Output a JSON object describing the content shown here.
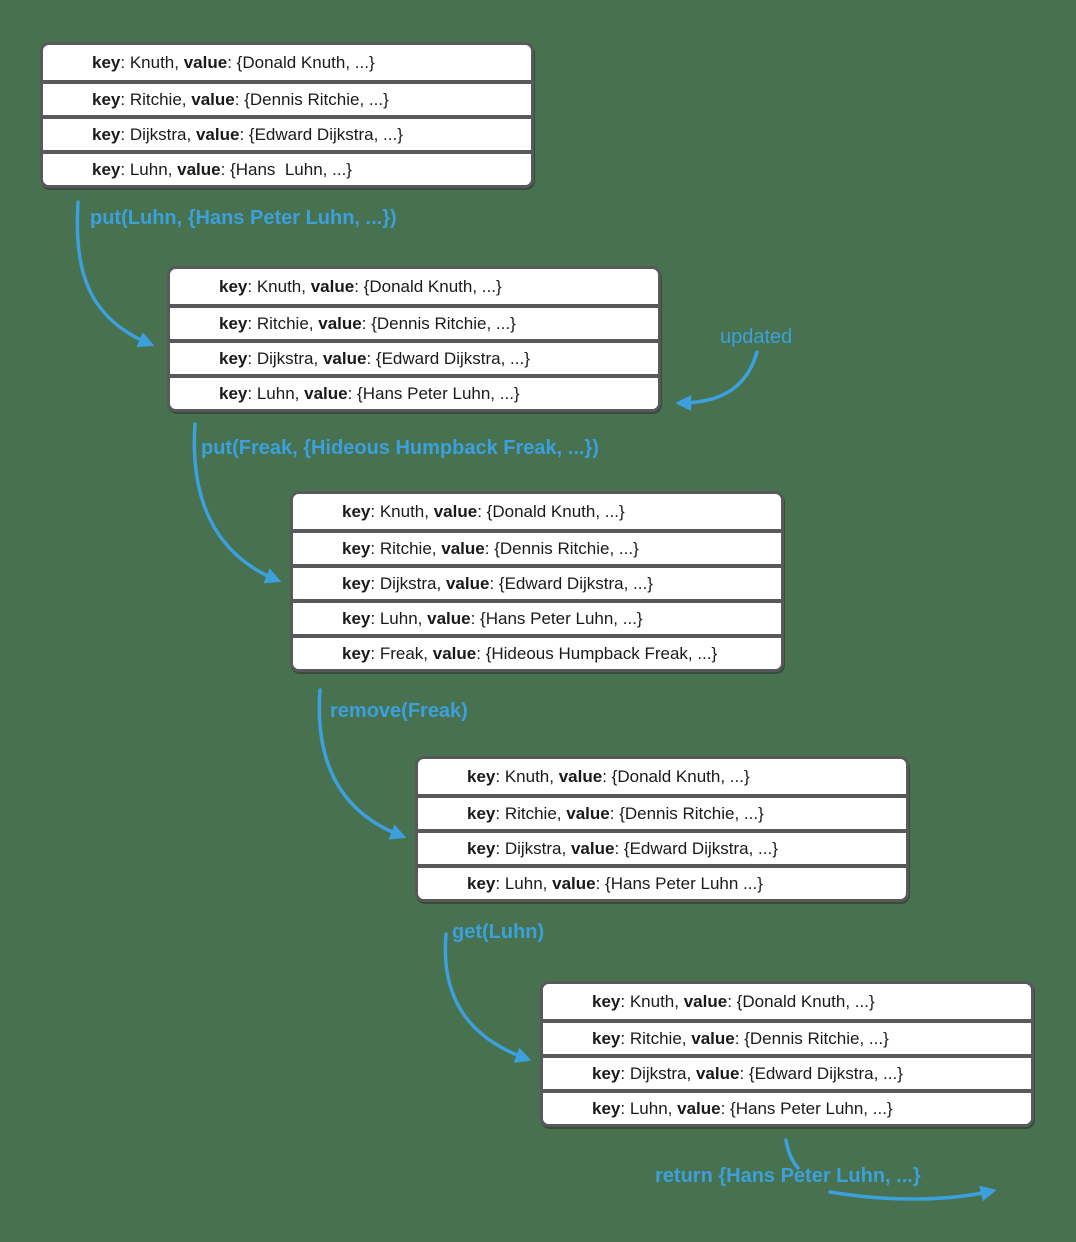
{
  "colors": {
    "background": "#48714F",
    "accent_blue": "#3BA0DC",
    "table_border": "#58595B",
    "row_background": "#FFFFFF",
    "row_text": "#1A1A1A"
  },
  "strings": {
    "key_label": "key",
    "value_label": "value",
    "colon": ": ",
    "comma": ", "
  },
  "operations": {
    "put_luhn": "put(Luhn, {Hans Peter Luhn, ...})",
    "updated": "updated",
    "put_freak": "put(Freak, {Hideous Humpback Freak, ...})",
    "remove_freak": "remove(Freak)",
    "get_luhn": "get(Luhn)",
    "return_value": "return {Hans Peter Luhn, ...}"
  },
  "tables": [
    {
      "name": "state-initial",
      "rows": [
        {
          "key": "Knuth",
          "value": "{Donald Knuth, ...}"
        },
        {
          "key": "Ritchie",
          "value": "{Dennis Ritchie, ...}"
        },
        {
          "key": "Dijkstra",
          "value": "{Edward Dijkstra, ...}"
        },
        {
          "key": "Luhn",
          "value": "{Hans  Luhn, ...}"
        }
      ]
    },
    {
      "name": "state-after-put-luhn",
      "rows": [
        {
          "key": "Knuth",
          "value": "{Donald Knuth, ...}"
        },
        {
          "key": "Ritchie",
          "value": "{Dennis Ritchie, ...}"
        },
        {
          "key": "Dijkstra",
          "value": "{Edward Dijkstra, ...}"
        },
        {
          "key": "Luhn",
          "value": "{Hans Peter Luhn, ...}"
        }
      ]
    },
    {
      "name": "state-after-put-freak",
      "rows": [
        {
          "key": "Knuth",
          "value": "{Donald Knuth, ...}"
        },
        {
          "key": "Ritchie",
          "value": "{Dennis Ritchie, ...}"
        },
        {
          "key": "Dijkstra",
          "value": "{Edward Dijkstra, ...}"
        },
        {
          "key": "Luhn",
          "value": "{Hans Peter Luhn, ...}"
        },
        {
          "key": "Freak",
          "value": "{Hideous Humpback Freak, ...}"
        }
      ]
    },
    {
      "name": "state-after-remove-freak",
      "rows": [
        {
          "key": "Knuth",
          "value": "{Donald Knuth, ...}"
        },
        {
          "key": "Ritchie",
          "value": "{Dennis Ritchie, ...}"
        },
        {
          "key": "Dijkstra",
          "value": "{Edward Dijkstra, ...}"
        },
        {
          "key": "Luhn",
          "value": "{Hans Peter Luhn ...}"
        }
      ]
    },
    {
      "name": "state-after-get-luhn",
      "rows": [
        {
          "key": "Knuth",
          "value": "{Donald Knuth, ...}"
        },
        {
          "key": "Ritchie",
          "value": "{Dennis Ritchie, ...}"
        },
        {
          "key": "Dijkstra",
          "value": "{Edward Dijkstra, ...}"
        },
        {
          "key": "Luhn",
          "value": "{Hans Peter Luhn, ...}"
        }
      ]
    }
  ]
}
